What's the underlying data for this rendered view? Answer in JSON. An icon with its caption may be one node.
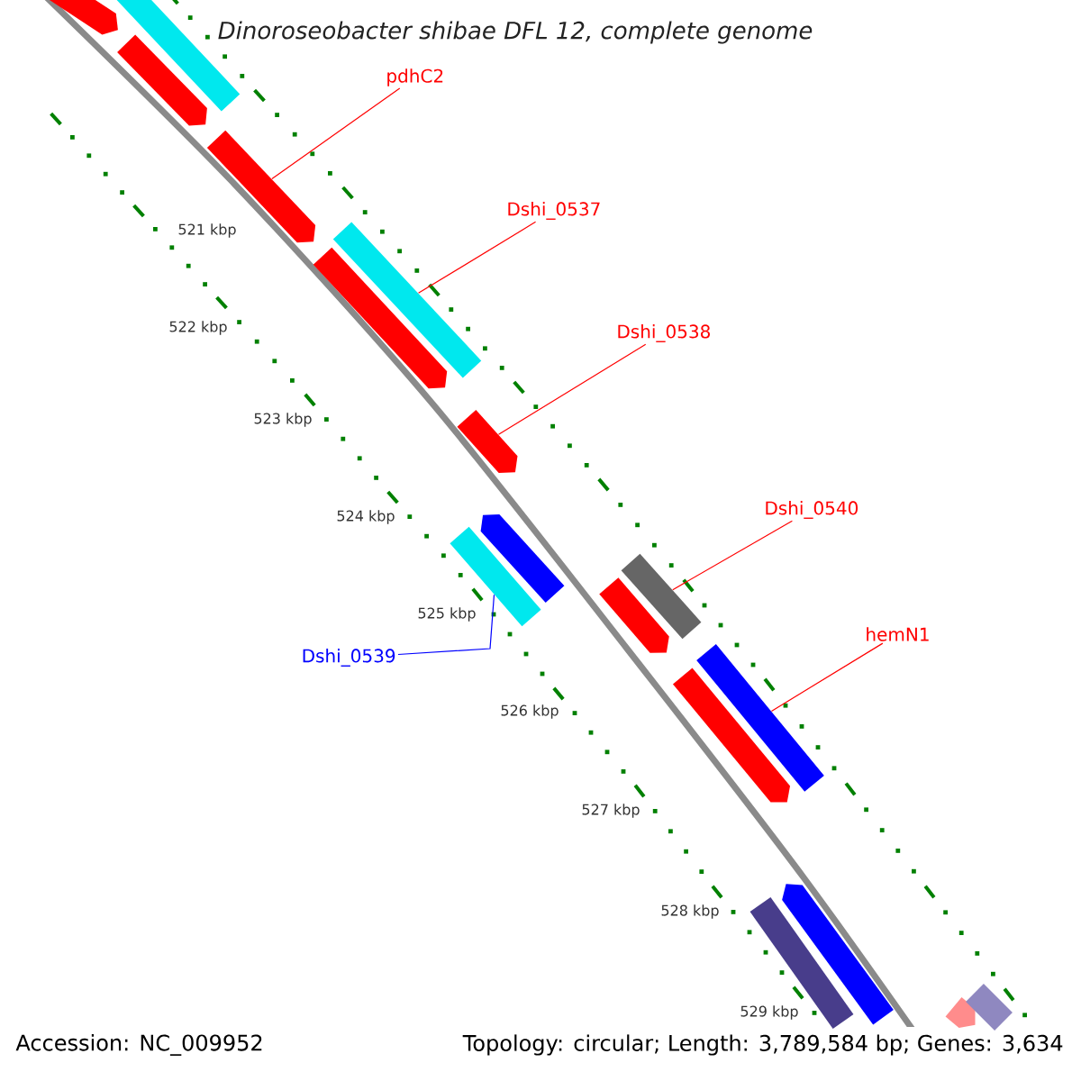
{
  "diagram": {
    "title": "Dinoroseobacter shibae DFL 12, complete genome",
    "nodes": [
      {
        "text": [],
        "shape": "arrow"
      },
      {
        "text": [],
        "shape": "bar"
      },
      {
        "text": [],
        "shape": "arrow"
      },
      {
        "text": [
          "pdhC2"
        ]
      },
      {
        "text": [],
        "shape": "arrow"
      },
      {
        "text": [
          "Dshi_0537"
        ]
      },
      {
        "text": [],
        "shape": "bar"
      },
      {
        "text": [],
        "shape": "arrow"
      },
      {
        "text": [
          "Dshi_0538"
        ]
      },
      {
        "text": [],
        "shape": "arrow"
      },
      {
        "text": [
          "Dshi_0540"
        ]
      },
      {
        "text": [],
        "shape": "arrow"
      },
      {
        "text": [],
        "shape": "bar"
      },
      {
        "text": [],
        "shape": "bar"
      },
      {
        "text": [],
        "shape": "arrow"
      },
      {
        "text": [
          "Dshi_0539"
        ]
      },
      {
        "text": [
          "hemN1"
        ]
      },
      {
        "text": [],
        "shape": "bar"
      },
      {
        "text": [],
        "shape": "arrow"
      },
      {
        "text": [],
        "shape": "bar"
      },
      {
        "text": [],
        "shape": "arrow"
      },
      {
        "text": [],
        "shape": "arrow"
      },
      {
        "text": [],
        "shape": "bar"
      }
    ],
    "edges": [
      {
        "from": 3,
        "to": 4,
        "arrow": "none"
      },
      {
        "from": 5,
        "to": 6,
        "arrow": "none"
      },
      {
        "from": 8,
        "to": 9,
        "arrow": "none"
      },
      {
        "from": 10,
        "to": 13,
        "arrow": "none"
      },
      {
        "from": 15,
        "to": 12,
        "arrow": "none",
        "color": "#0000ff"
      },
      {
        "from": 16,
        "to": 17,
        "arrow": "none"
      }
    ],
    "labels": [
      "521 kbp",
      "522 kbp",
      "523 kbp",
      "524 kbp",
      "525 kbp",
      "526 kbp",
      "527 kbp",
      "528 kbp",
      "529 kbp",
      "Accession: NC_009952",
      "Topology: circular; Length: 3,789,584 bp; Genes: 3,634"
    ]
  }
}
